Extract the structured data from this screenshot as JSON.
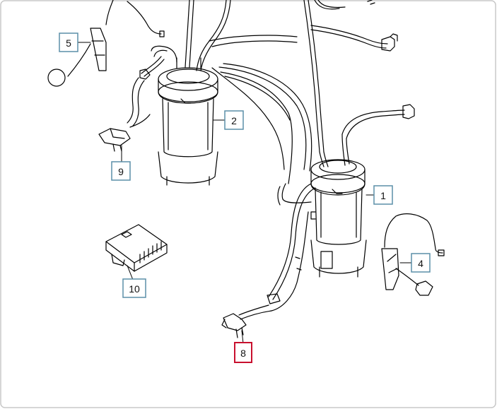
{
  "diagram": {
    "colors": {
      "background": "#ffffff",
      "panel_border": "#c8c8c8",
      "line": "#000000",
      "callout_border": "#5b8fa8",
      "selected_border": "#c8102e"
    },
    "callouts": [
      {
        "id": "5",
        "label": "5",
        "selected": false
      },
      {
        "id": "2",
        "label": "2",
        "selected": false
      },
      {
        "id": "9",
        "label": "9",
        "selected": false
      },
      {
        "id": "1",
        "label": "1",
        "selected": false
      },
      {
        "id": "10",
        "label": "10",
        "selected": false
      },
      {
        "id": "4",
        "label": "4",
        "selected": false
      },
      {
        "id": "8",
        "label": "8",
        "selected": true
      }
    ]
  }
}
